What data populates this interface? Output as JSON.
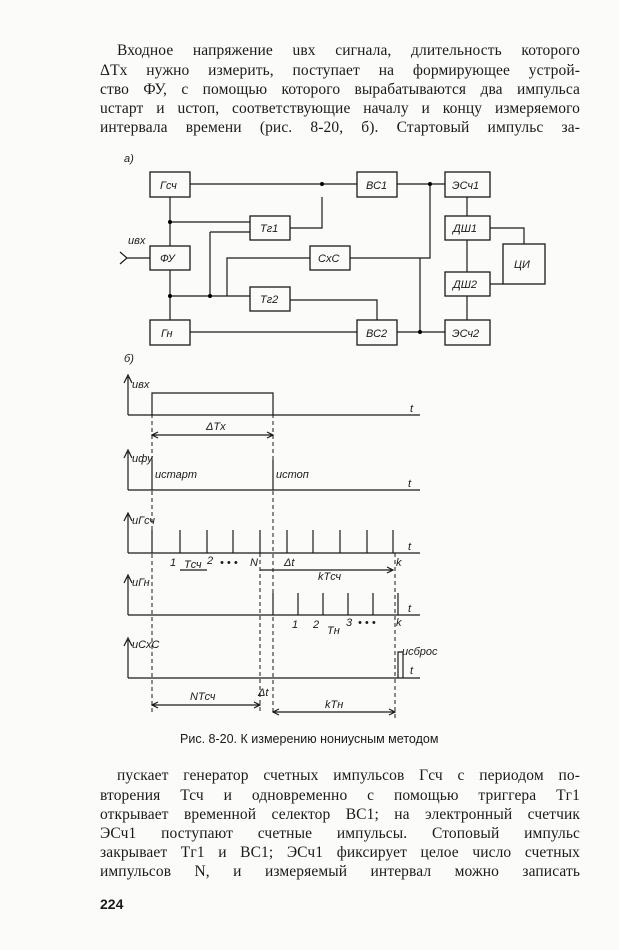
{
  "paragraph_top": [
    "Входное напряжение uвх сигнала, длительность которого",
    "ΔTx нужно измерить, поступает на формирующее устрой-",
    "ство ФУ, с помощью которого вырабатываются два импульса",
    "uстарт и uстоп, соответствующие началу и концу измеряемого",
    "интервала времени (рис. 8-20, б). Стартовый импульс за-"
  ],
  "figure": {
    "part_a": "а)",
    "part_b": "б)",
    "input": "uвх",
    "blocks": {
      "gsch": "Гсч",
      "vs1": "ВС1",
      "esch1": "ЭСч1",
      "tg1": "Тг1",
      "fu": "ФУ",
      "sxs": "СхС",
      "dsh1": "ДШ1",
      "ci": "ЦИ",
      "dsh2": "ДШ2",
      "tg2": "Тг2",
      "gn": "Гн",
      "vs2": "ВС2",
      "esch2": "ЭСч2"
    },
    "rows": [
      "uвх",
      "uфу",
      "uГсч",
      "uГн",
      "uСхС"
    ],
    "t": "t",
    "dTx": "ΔTx",
    "ustart": "uстарт",
    "ustop": "uстоп",
    "gsch_labels": [
      "1",
      "Tсч",
      "2",
      "• • •",
      "N",
      "Δt",
      "kTсч",
      "k"
    ],
    "gn_labels": [
      "1",
      "2",
      "Tн",
      "3",
      "• • •",
      "k"
    ],
    "usbros": "uсброс",
    "bottom": [
      "NTсч",
      "Δt",
      "kTн"
    ]
  },
  "caption": "Рис. 8-20. К измерению нониусным методом",
  "paragraph_bottom": [
    "пускает генератор счетных импульсов Гсч с периодом по-",
    "вторения Тсч и одновременно с помощью триггера Тг1",
    "открывает временной селектор ВС1; на электронный счетчик",
    "ЭСч1 поступают счетные импульсы. Стоповый импульс",
    "закрывает Тг1 и ВС1; ЭСч1 фиксирует целое число счетных",
    "импульсов N, и измеряемый интервал можно записать"
  ],
  "page_number": "224"
}
